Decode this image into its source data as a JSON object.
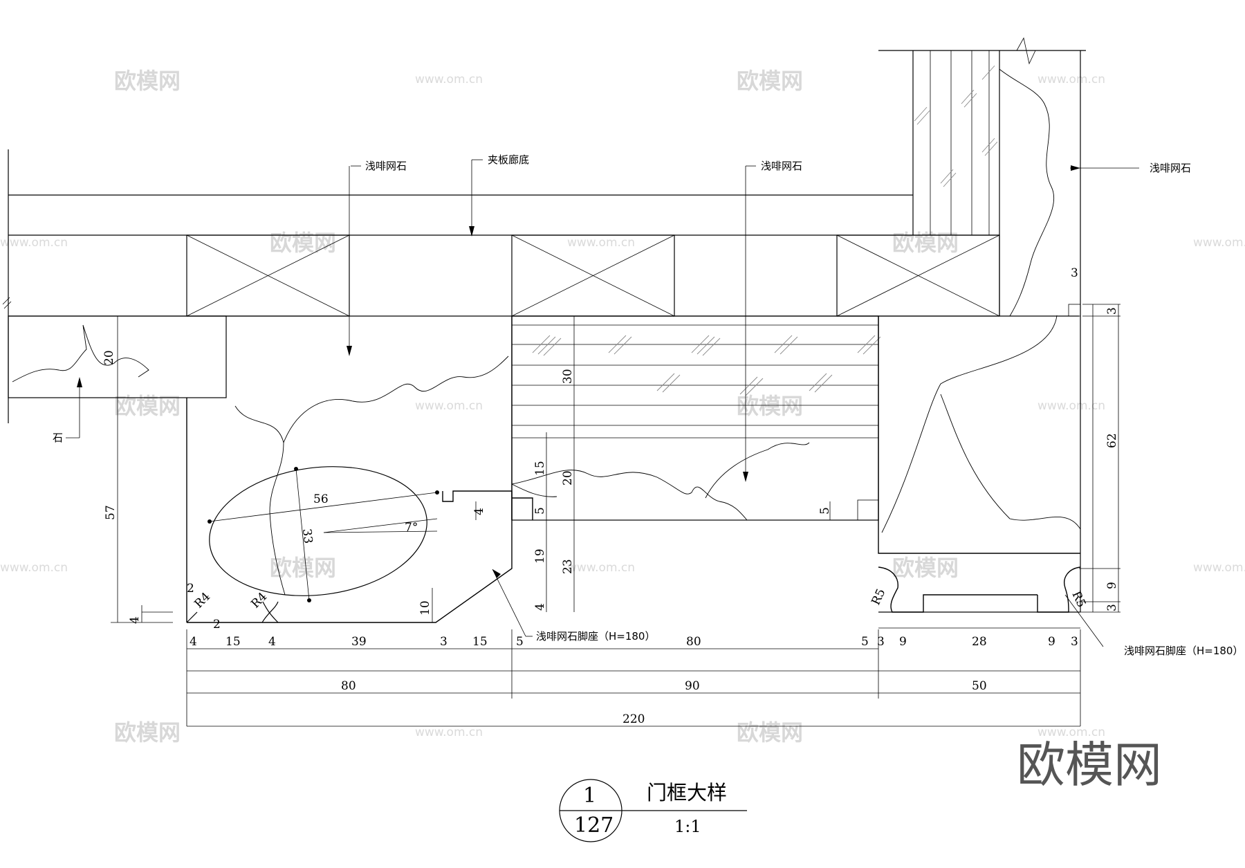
{
  "labels": {
    "stone_top_left": "浅啡网石",
    "plywood_base": "夹板廊底",
    "stone_top_mid": "浅啡网石",
    "stone_right": "浅啡网石",
    "stone_left": "石",
    "plinth_left": "浅啡网石脚座（H=180）",
    "plinth_right": "浅啡网石脚座（H=180）"
  },
  "dimensions": {
    "d20_left": "20",
    "d57": "57",
    "d4_left": "4",
    "d2_a": "2",
    "r4_a": "R4",
    "d2_b": "2",
    "r4_b": "R4",
    "d56": "56",
    "d33": "33",
    "d7deg": "7°",
    "d10": "10",
    "d4_mid": "4",
    "d30": "30",
    "d15_v": "15",
    "d20_v": "20",
    "d5_v": "5",
    "d19": "19",
    "d23": "23",
    "d4_v": "4",
    "d5_right": "5",
    "d3_top": "3",
    "d3_r1": "3",
    "d62": "62",
    "d9_r": "9",
    "d3_r2": "3",
    "r5_a": "R5",
    "r5_b": "R5",
    "b4_a": "4",
    "b15_a": "15",
    "b4_b": "4",
    "b39": "39",
    "b3_a": "3",
    "b15_b": "15",
    "b5_a": "5",
    "b80_a": "80",
    "b5_b": "5",
    "b3_b": "3",
    "b9_a": "9",
    "b28": "28",
    "b9_b": "9",
    "b3_c": "3",
    "t80": "80",
    "t90": "90",
    "t50": "50",
    "t220": "220"
  },
  "title_block": {
    "number": "1",
    "sheet": "127",
    "name": "门框大样",
    "scale": "1:1"
  },
  "watermark": {
    "brand": "欧模网",
    "url": "www.om.cn"
  }
}
